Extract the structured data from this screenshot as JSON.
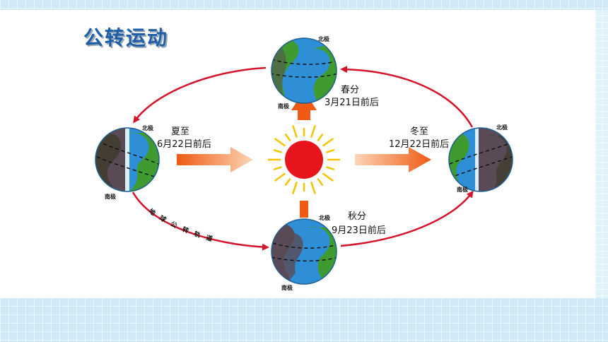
{
  "title": "公转运动",
  "orbit_label": "地球公转轨道",
  "pole_labels": {
    "north": "北极",
    "south": "南极"
  },
  "events": {
    "spring": {
      "name": "春分",
      "date": "3月21日前后"
    },
    "summer": {
      "name": "夏至",
      "date": "6月22日前后"
    },
    "autumn": {
      "name": "秋分",
      "date": "9月23日前后"
    },
    "winter": {
      "name": "冬至",
      "date": "12月22日前后"
    }
  },
  "colors": {
    "title": "#1f5fa8",
    "orbit": "#d4142a",
    "sun": "#e8141c",
    "sun_rays": "#f5c400",
    "arrow": "#f05a14",
    "ocean": "#2f8fd6",
    "land": "#3f9b2f",
    "night": "#5a4a56"
  }
}
